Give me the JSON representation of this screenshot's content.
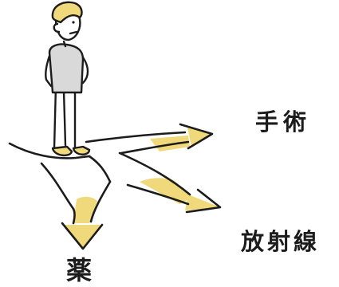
{
  "labels": {
    "surgery": "手術",
    "radiation": "放射線",
    "medicine": "薬"
  },
  "colors": {
    "ink": "#1c1c1c",
    "highlight": "#f0d97a",
    "shirt": "#d9d9d9",
    "hair": "#f0d97a",
    "background": "#ffffff"
  },
  "icons": {
    "figure": "person-icon",
    "arrows": "arrow-icon"
  }
}
